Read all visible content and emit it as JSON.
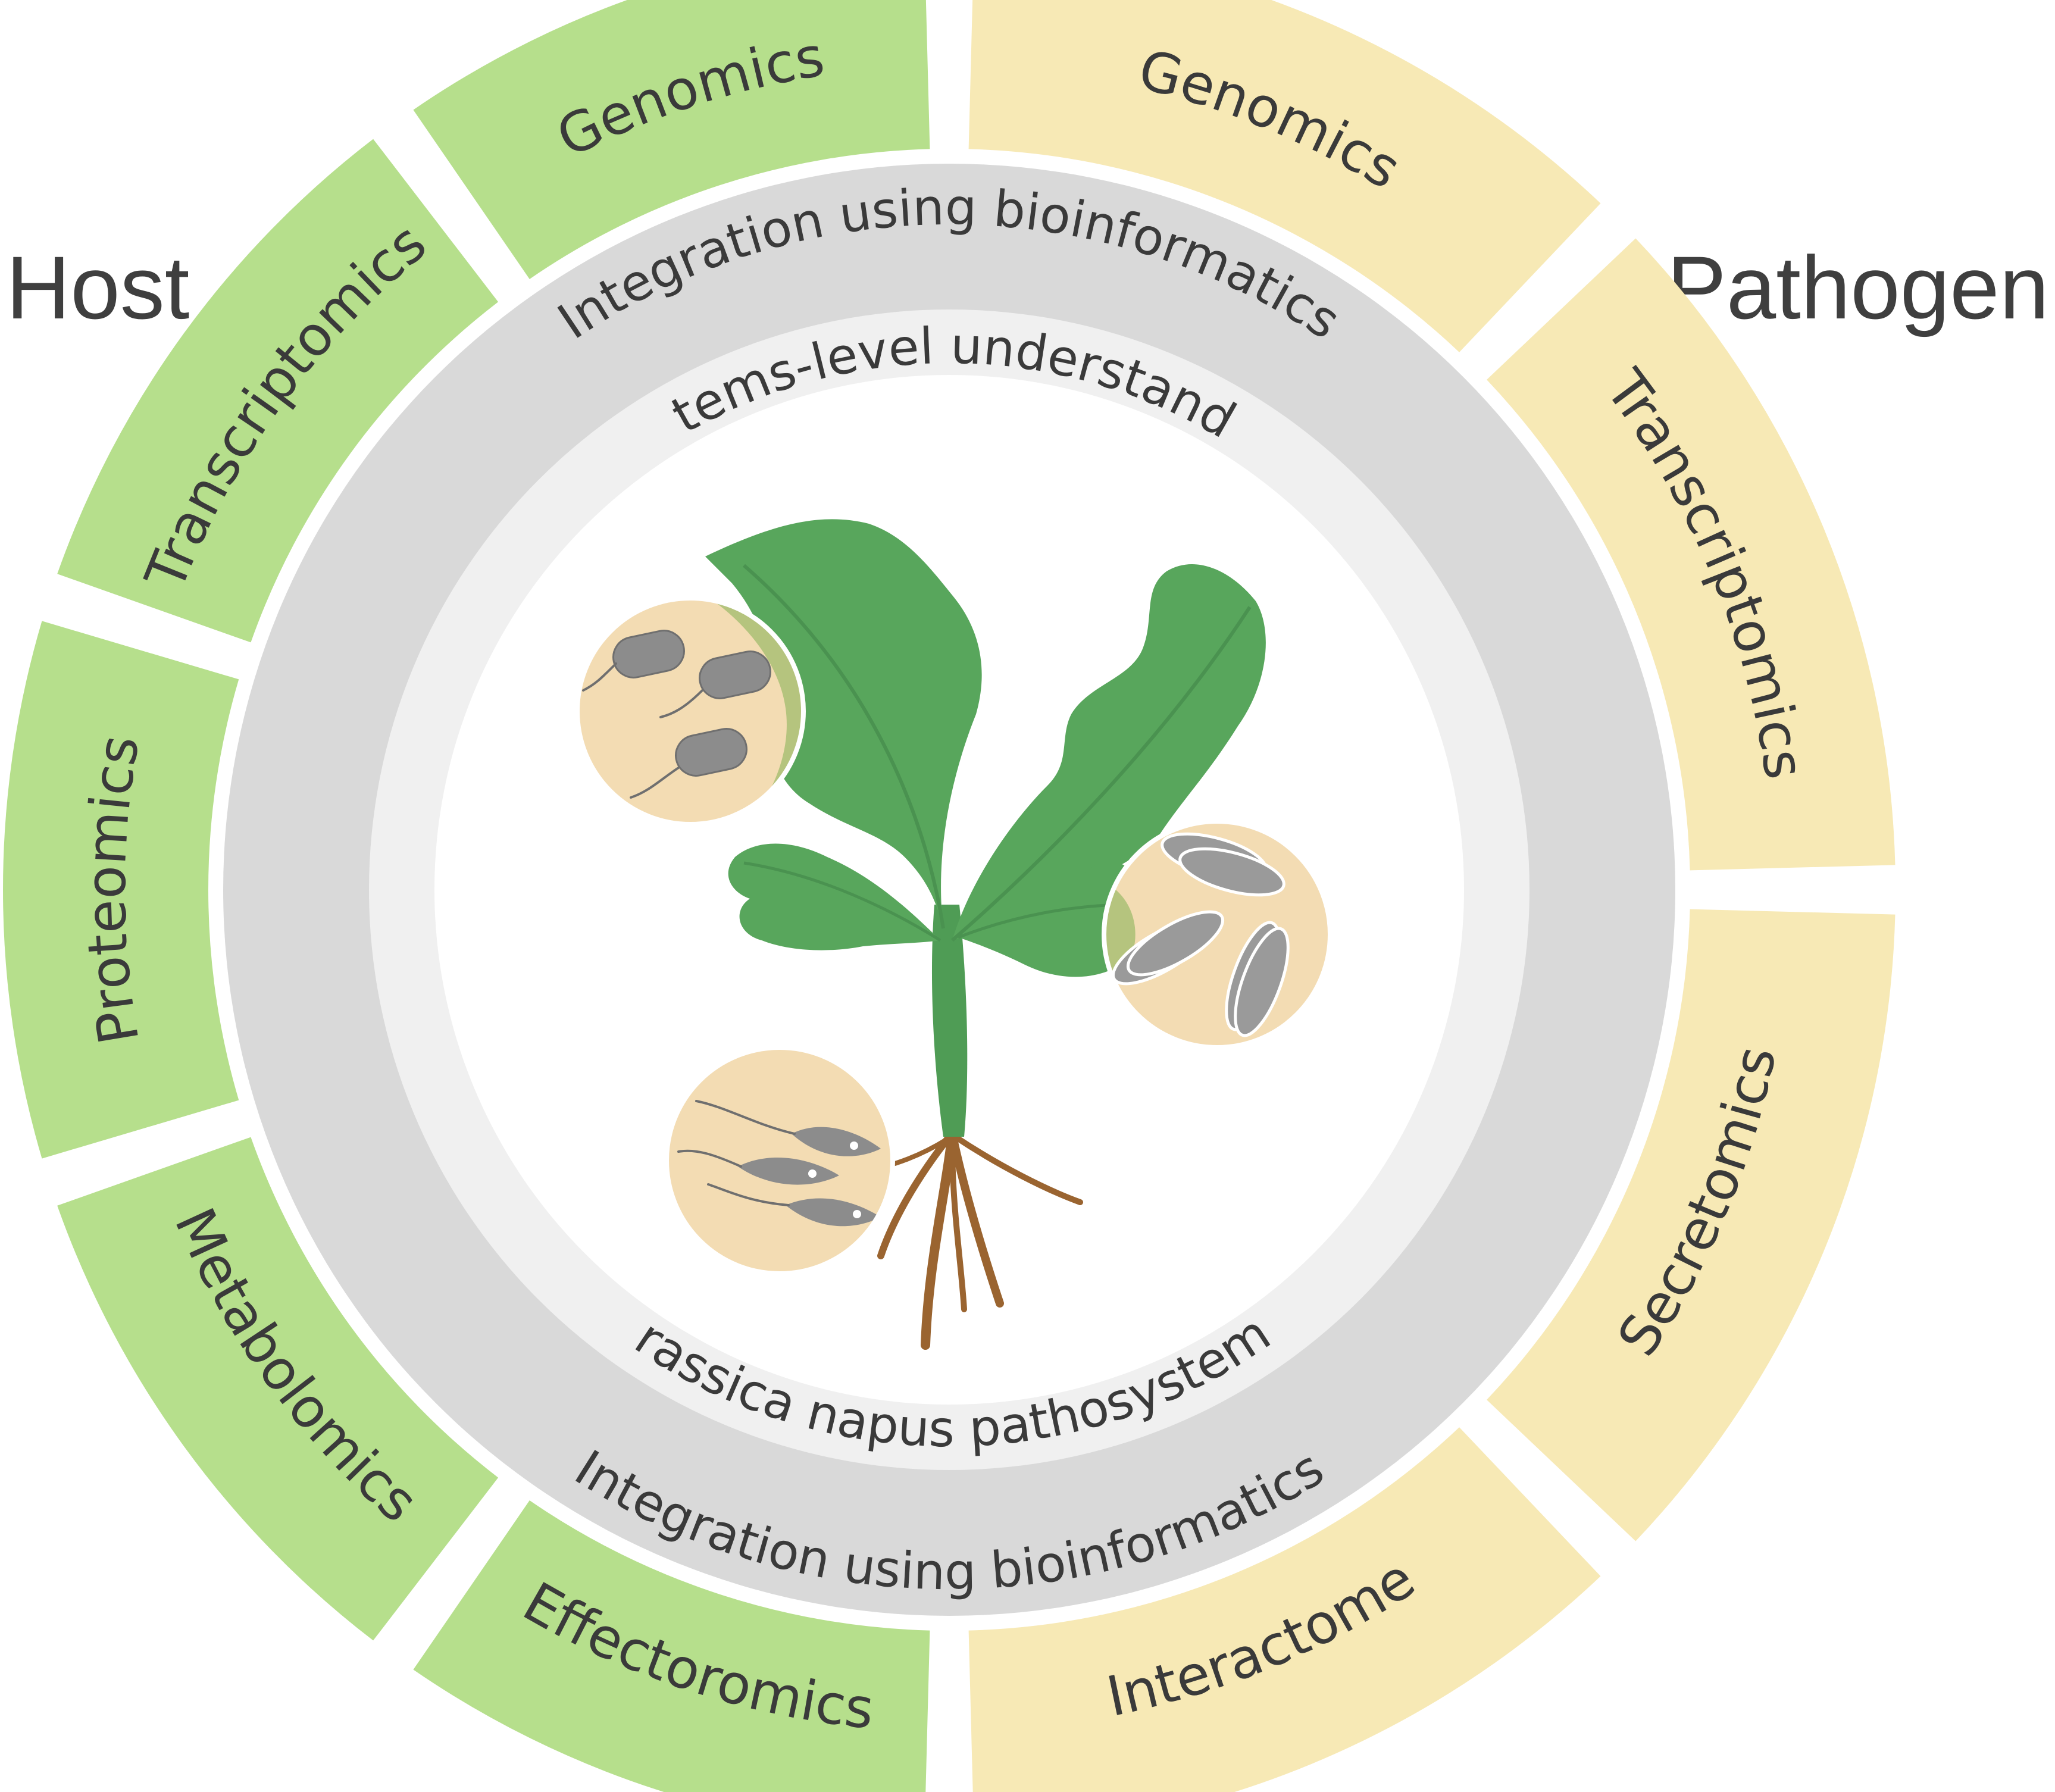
{
  "side_labels": {
    "left": "Host",
    "right": "Pathogen"
  },
  "colors": {
    "host": "#b6df8c",
    "pathogen": "#f7e9b5",
    "integration_ring": "#d9d9d9",
    "systems_ring": "#f0f0f0",
    "leaf": "#58a65c",
    "root": "#9a6430",
    "inset_bg": "#f3dcb3",
    "microbe": "#8c8c8c"
  },
  "host_segments": [
    {
      "label": "Genomics"
    },
    {
      "label": "Transcriptomics"
    },
    {
      "label": "Proteomics"
    },
    {
      "label": "Metabolomics"
    },
    {
      "label": "Effectoromics"
    }
  ],
  "pathogen_segments": [
    {
      "label": "Genomics"
    },
    {
      "label": "Transcriptomics"
    },
    {
      "label": "Secretomics"
    },
    {
      "label": "Interactome"
    }
  ],
  "rings": {
    "integration_top": "Integration using bioinformatics",
    "integration_bottom": "Integration using bioinformatics",
    "systems_top": "Systems-level understanding",
    "systems_bottom": "Brassica napus pathosystems"
  },
  "center_icons": [
    "plant-icon",
    "bacteria-icon",
    "spores-icon",
    "fungus-icon"
  ]
}
